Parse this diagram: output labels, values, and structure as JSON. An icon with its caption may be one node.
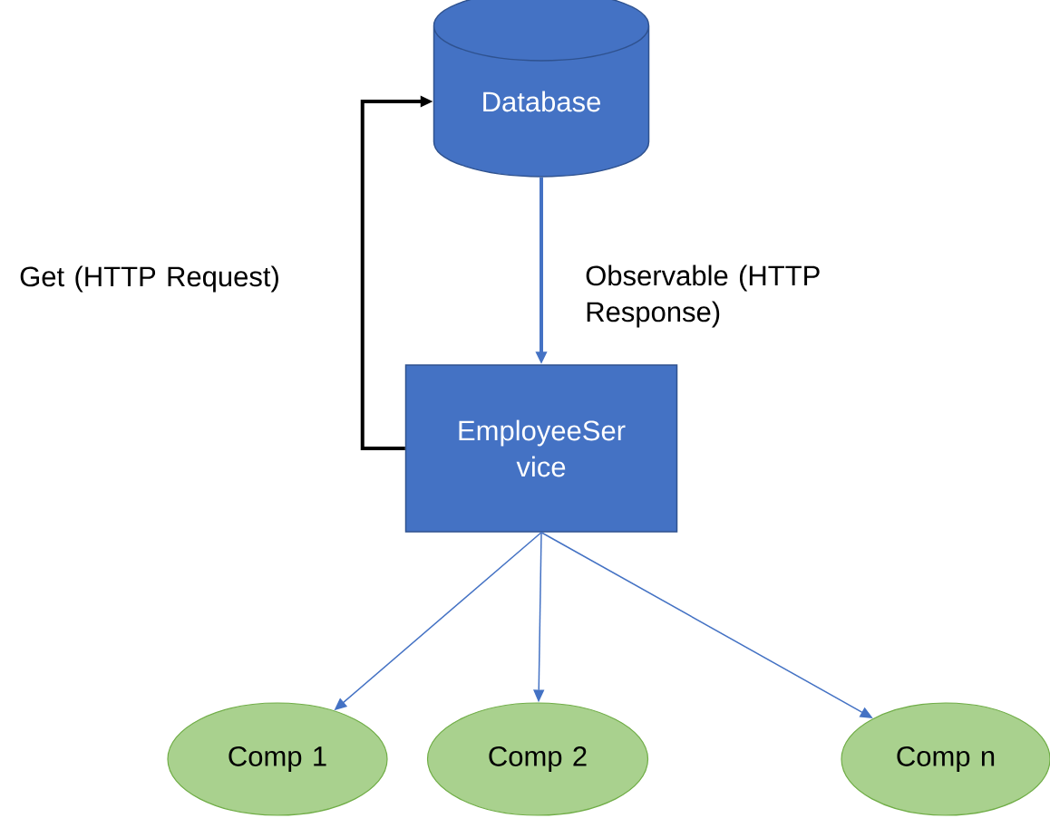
{
  "diagram": {
    "nodes": [
      {
        "text": [
          "Database"
        ]
      },
      {
        "text": [
          "EmployeeSer vice"
        ]
      },
      {
        "text": [
          "Comp 1"
        ]
      },
      {
        "text": [
          "Comp 2"
        ]
      },
      {
        "text": [
          "Comp n"
        ]
      }
    ],
    "edges": [
      {
        "from": 1,
        "to": 0,
        "arrow": "to",
        "label": "Get (HTTP Request)",
        "style": "thick",
        "color": "#000000"
      },
      {
        "from": 0,
        "to": 1,
        "arrow": "to",
        "label": "Observable (HTTP Response)",
        "style": "thick"
      },
      {
        "from": 1,
        "to": 2,
        "arrow": "to"
      },
      {
        "from": 1,
        "to": 3,
        "arrow": "to"
      },
      {
        "from": 1,
        "to": 4,
        "arrow": "to"
      }
    ]
  }
}
